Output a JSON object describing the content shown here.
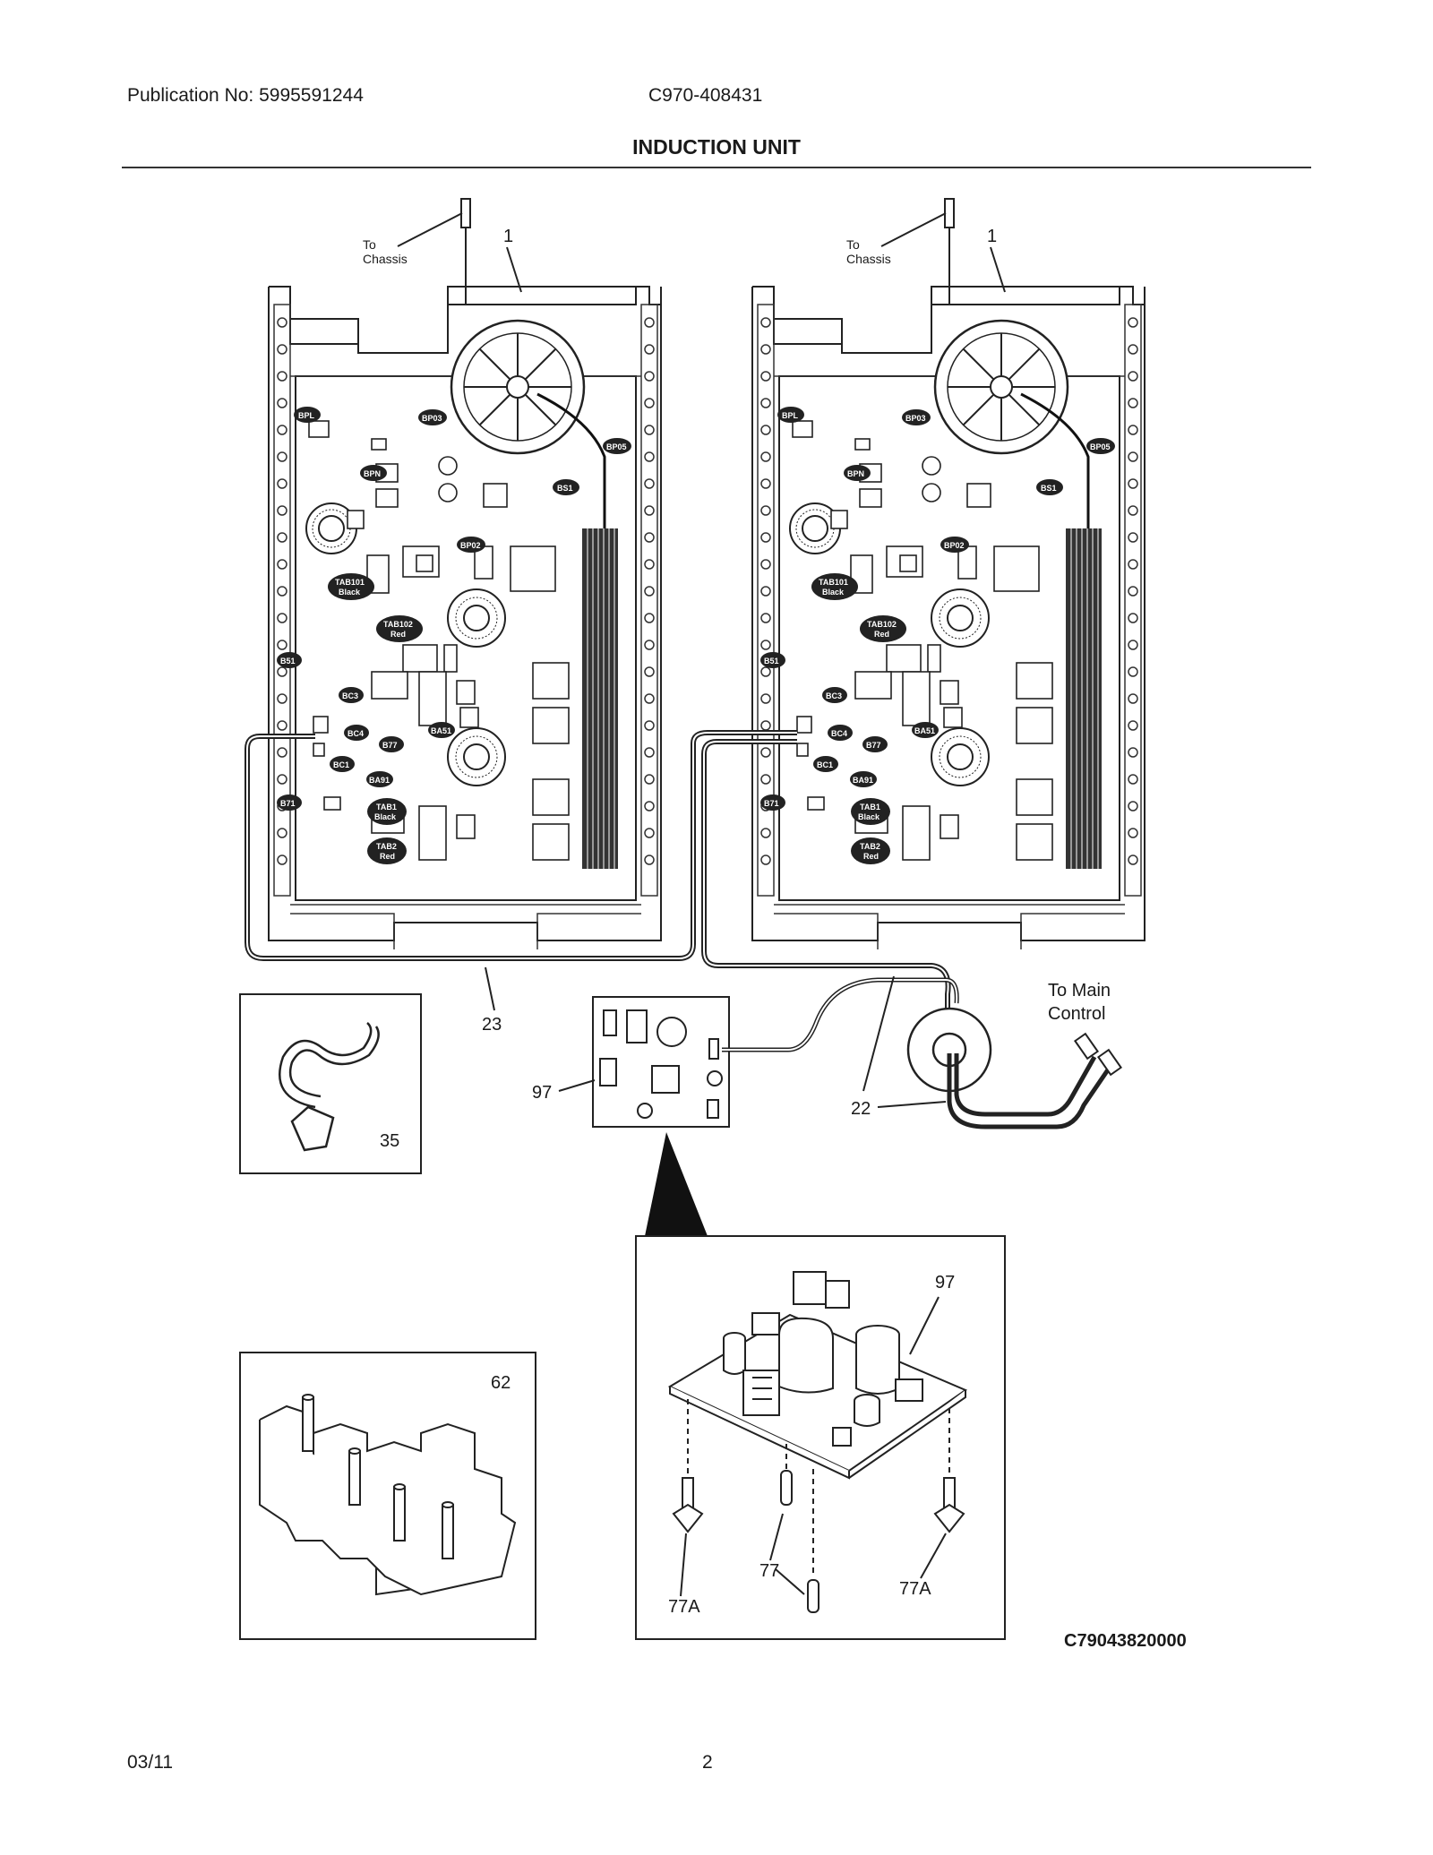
{
  "header": {
    "publication": "Publication No: 5995591244",
    "model": "C970-408431",
    "title": "INDUCTION UNIT"
  },
  "footer": {
    "date": "03/11",
    "page": "2"
  },
  "diagram": {
    "code": "C79043820000",
    "callouts": {
      "part_1": "1",
      "part_23": "23",
      "part_97": "97",
      "part_22": "22",
      "part_35": "35",
      "part_62": "62",
      "part_77": "77",
      "part_77a": "77A"
    },
    "labels": {
      "to": "To",
      "chassis": "Chassis",
      "to_main": "To Main",
      "control": "Control"
    },
    "board_tags": {
      "bpl": "BPL",
      "bp03": "BP03",
      "bp05": "BP05",
      "bpn": "BPN",
      "bs1": "BS1",
      "bp02": "BP02",
      "tab101": "TAB101",
      "tab102": "TAB102",
      "black": "Black",
      "red": "Red",
      "b51": "B51",
      "bc3": "BC3",
      "bc4": "BC4",
      "b77": "B77",
      "ba51": "BA51",
      "bc1": "BC1",
      "ba91": "BA91",
      "b71": "B71",
      "tab1": "TAB1",
      "tab2": "TAB2"
    }
  }
}
